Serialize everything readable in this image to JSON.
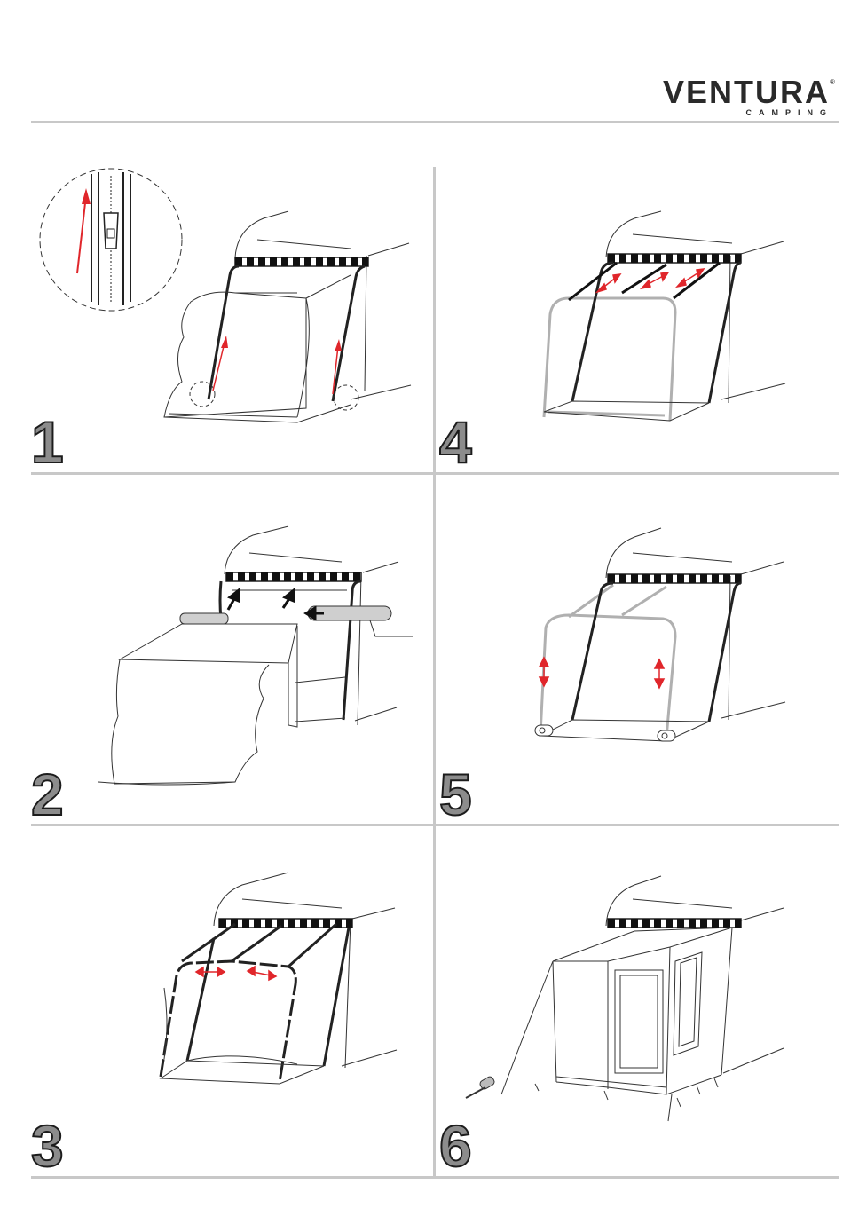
{
  "header": {
    "brand": "VENTURA",
    "registered": "®",
    "tagline": "CAMPING"
  },
  "steps": [
    {
      "number": "1"
    },
    {
      "number": "2"
    },
    {
      "number": "3"
    },
    {
      "number": "4"
    },
    {
      "number": "5"
    },
    {
      "number": "6"
    }
  ],
  "colors": {
    "rule": "#c8c8c8",
    "arrow_red": "#e0262b",
    "line": "#1c1c1c",
    "pole_grey": "#b0b0b0",
    "digit_fill": "#8c8c8c"
  },
  "icons": [
    "zipper-detail-icon",
    "red-arrow-icon",
    "double-arrow-icon",
    "peg-icon",
    "mallet-icon"
  ]
}
